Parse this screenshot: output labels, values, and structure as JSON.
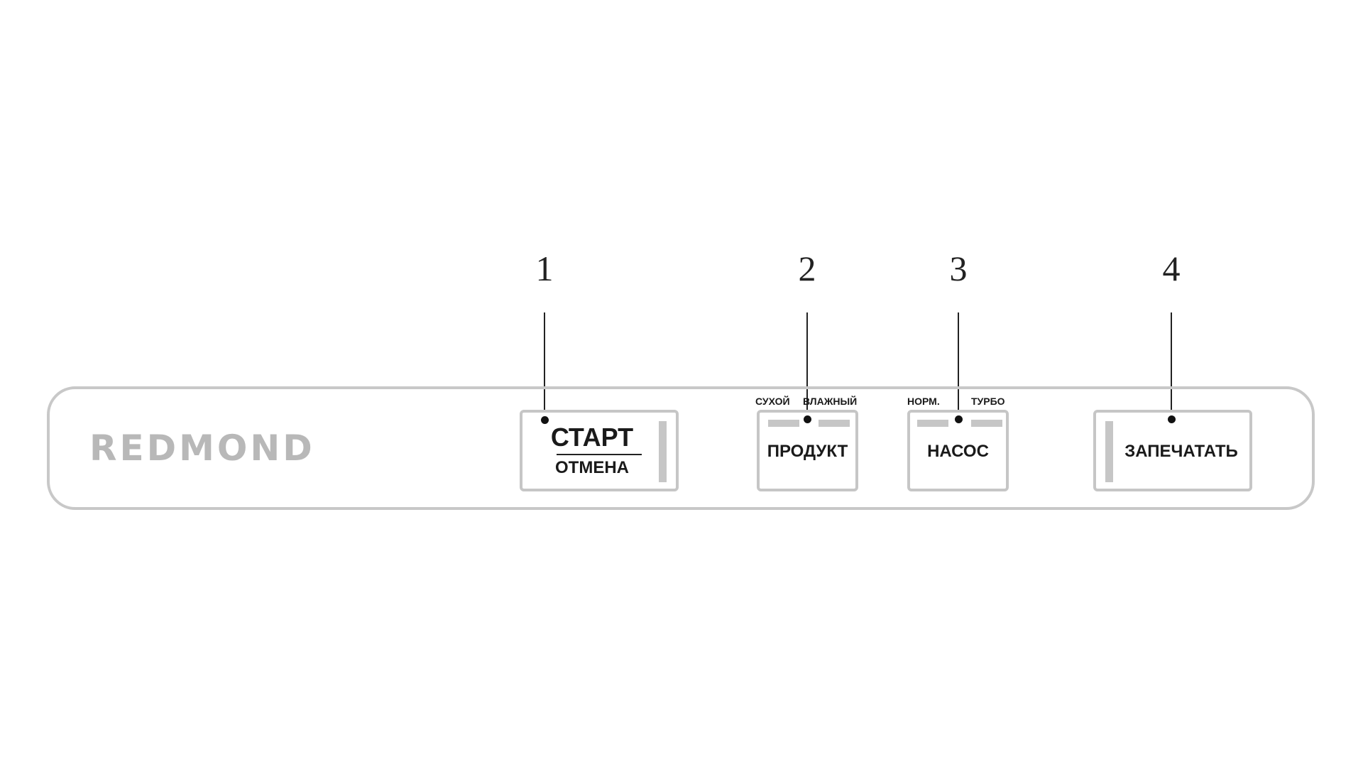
{
  "brand": {
    "logo_text": "REDMOND",
    "logo_color": "#b8b8b8"
  },
  "callouts": [
    "1",
    "2",
    "3",
    "4"
  ],
  "buttons": {
    "start": {
      "label_top": "СТАРТ",
      "label_bottom": "ОТМЕНА"
    },
    "product": {
      "label": "ПРОДУКТ",
      "mode_left": "СУХОЙ",
      "mode_right": "ВЛАЖНЫЙ"
    },
    "pump": {
      "label": "НАСОС",
      "mode_left": "НОРМ.",
      "mode_right": "ТУРБО"
    },
    "seal": {
      "label": "ЗАПЕЧАТАТЬ"
    }
  },
  "colors": {
    "outline": "#c6c6c6",
    "text": "#1a1a1a"
  }
}
